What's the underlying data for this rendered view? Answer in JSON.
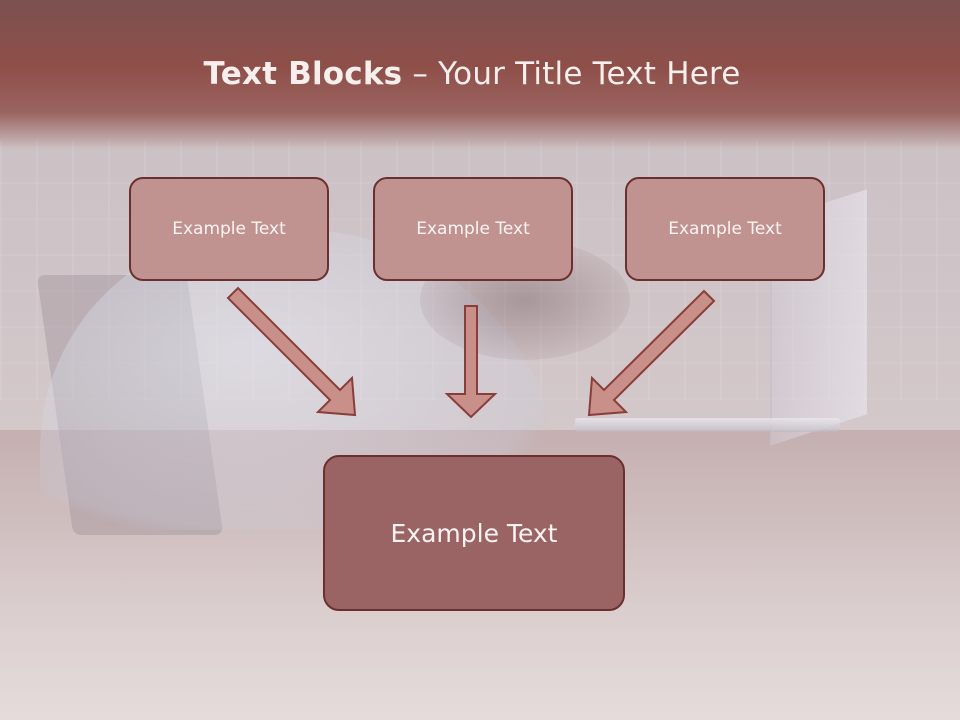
{
  "slide": {
    "title_bold": "Text Blocks",
    "title_dash": " – ",
    "title_rest": "Your Title Text Here"
  },
  "diagram": {
    "top_boxes": [
      {
        "label": "Example Text"
      },
      {
        "label": "Example Text"
      },
      {
        "label": "Example Text"
      }
    ],
    "main_box": {
      "label": "Example Text"
    }
  },
  "colors": {
    "header": "#8f4f49",
    "box_fill": "#c09390",
    "main_box_fill": "#9b6464",
    "border": "#6b2f2f",
    "arrow_fill": "#c9908a",
    "arrow_stroke": "#8a3e3a"
  }
}
